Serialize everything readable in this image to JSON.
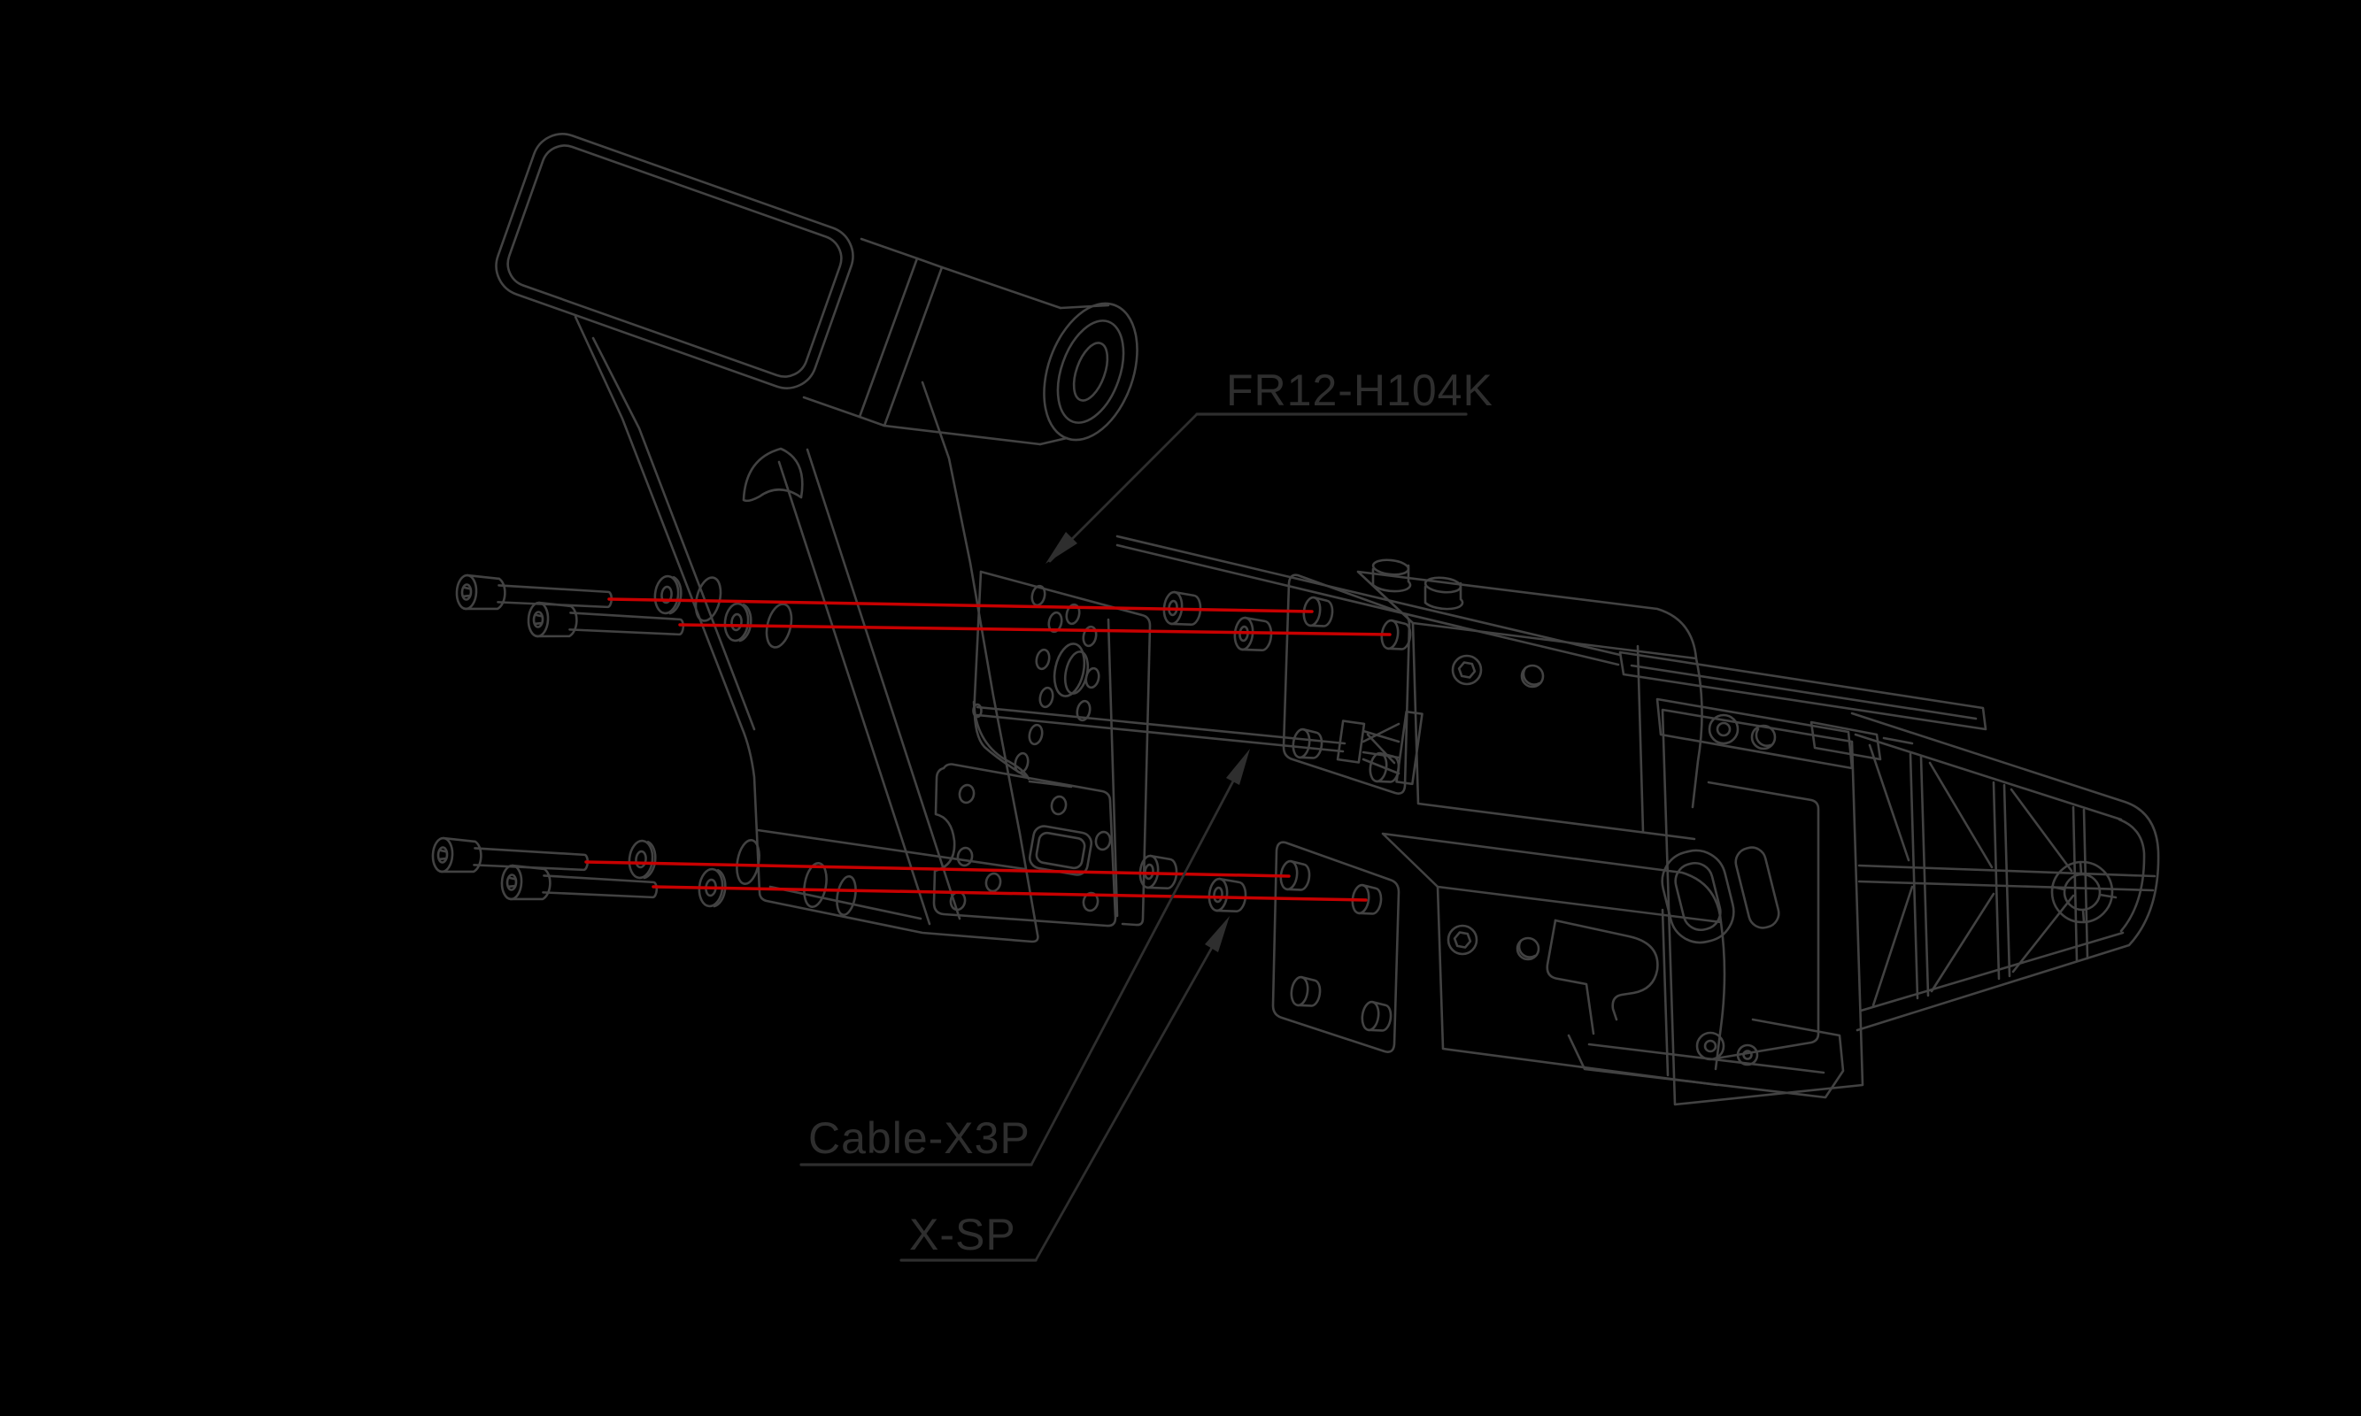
{
  "diagram": {
    "type": "exploded-assembly-drawing",
    "background_color": "#000000",
    "line_color": "#424242",
    "annotation_color": "#2e2e2e",
    "highlight_color": "#c80000",
    "labels": [
      {
        "text": "FR12-H104K",
        "points_to": "frame-plate"
      },
      {
        "text": "Cable-X3P",
        "points_to": "cable"
      },
      {
        "text": "X-SP",
        "points_to": "spacer"
      }
    ],
    "hardware": {
      "screws": 4,
      "washers": 4,
      "spacers": 4,
      "alignment_lines": 4
    }
  }
}
